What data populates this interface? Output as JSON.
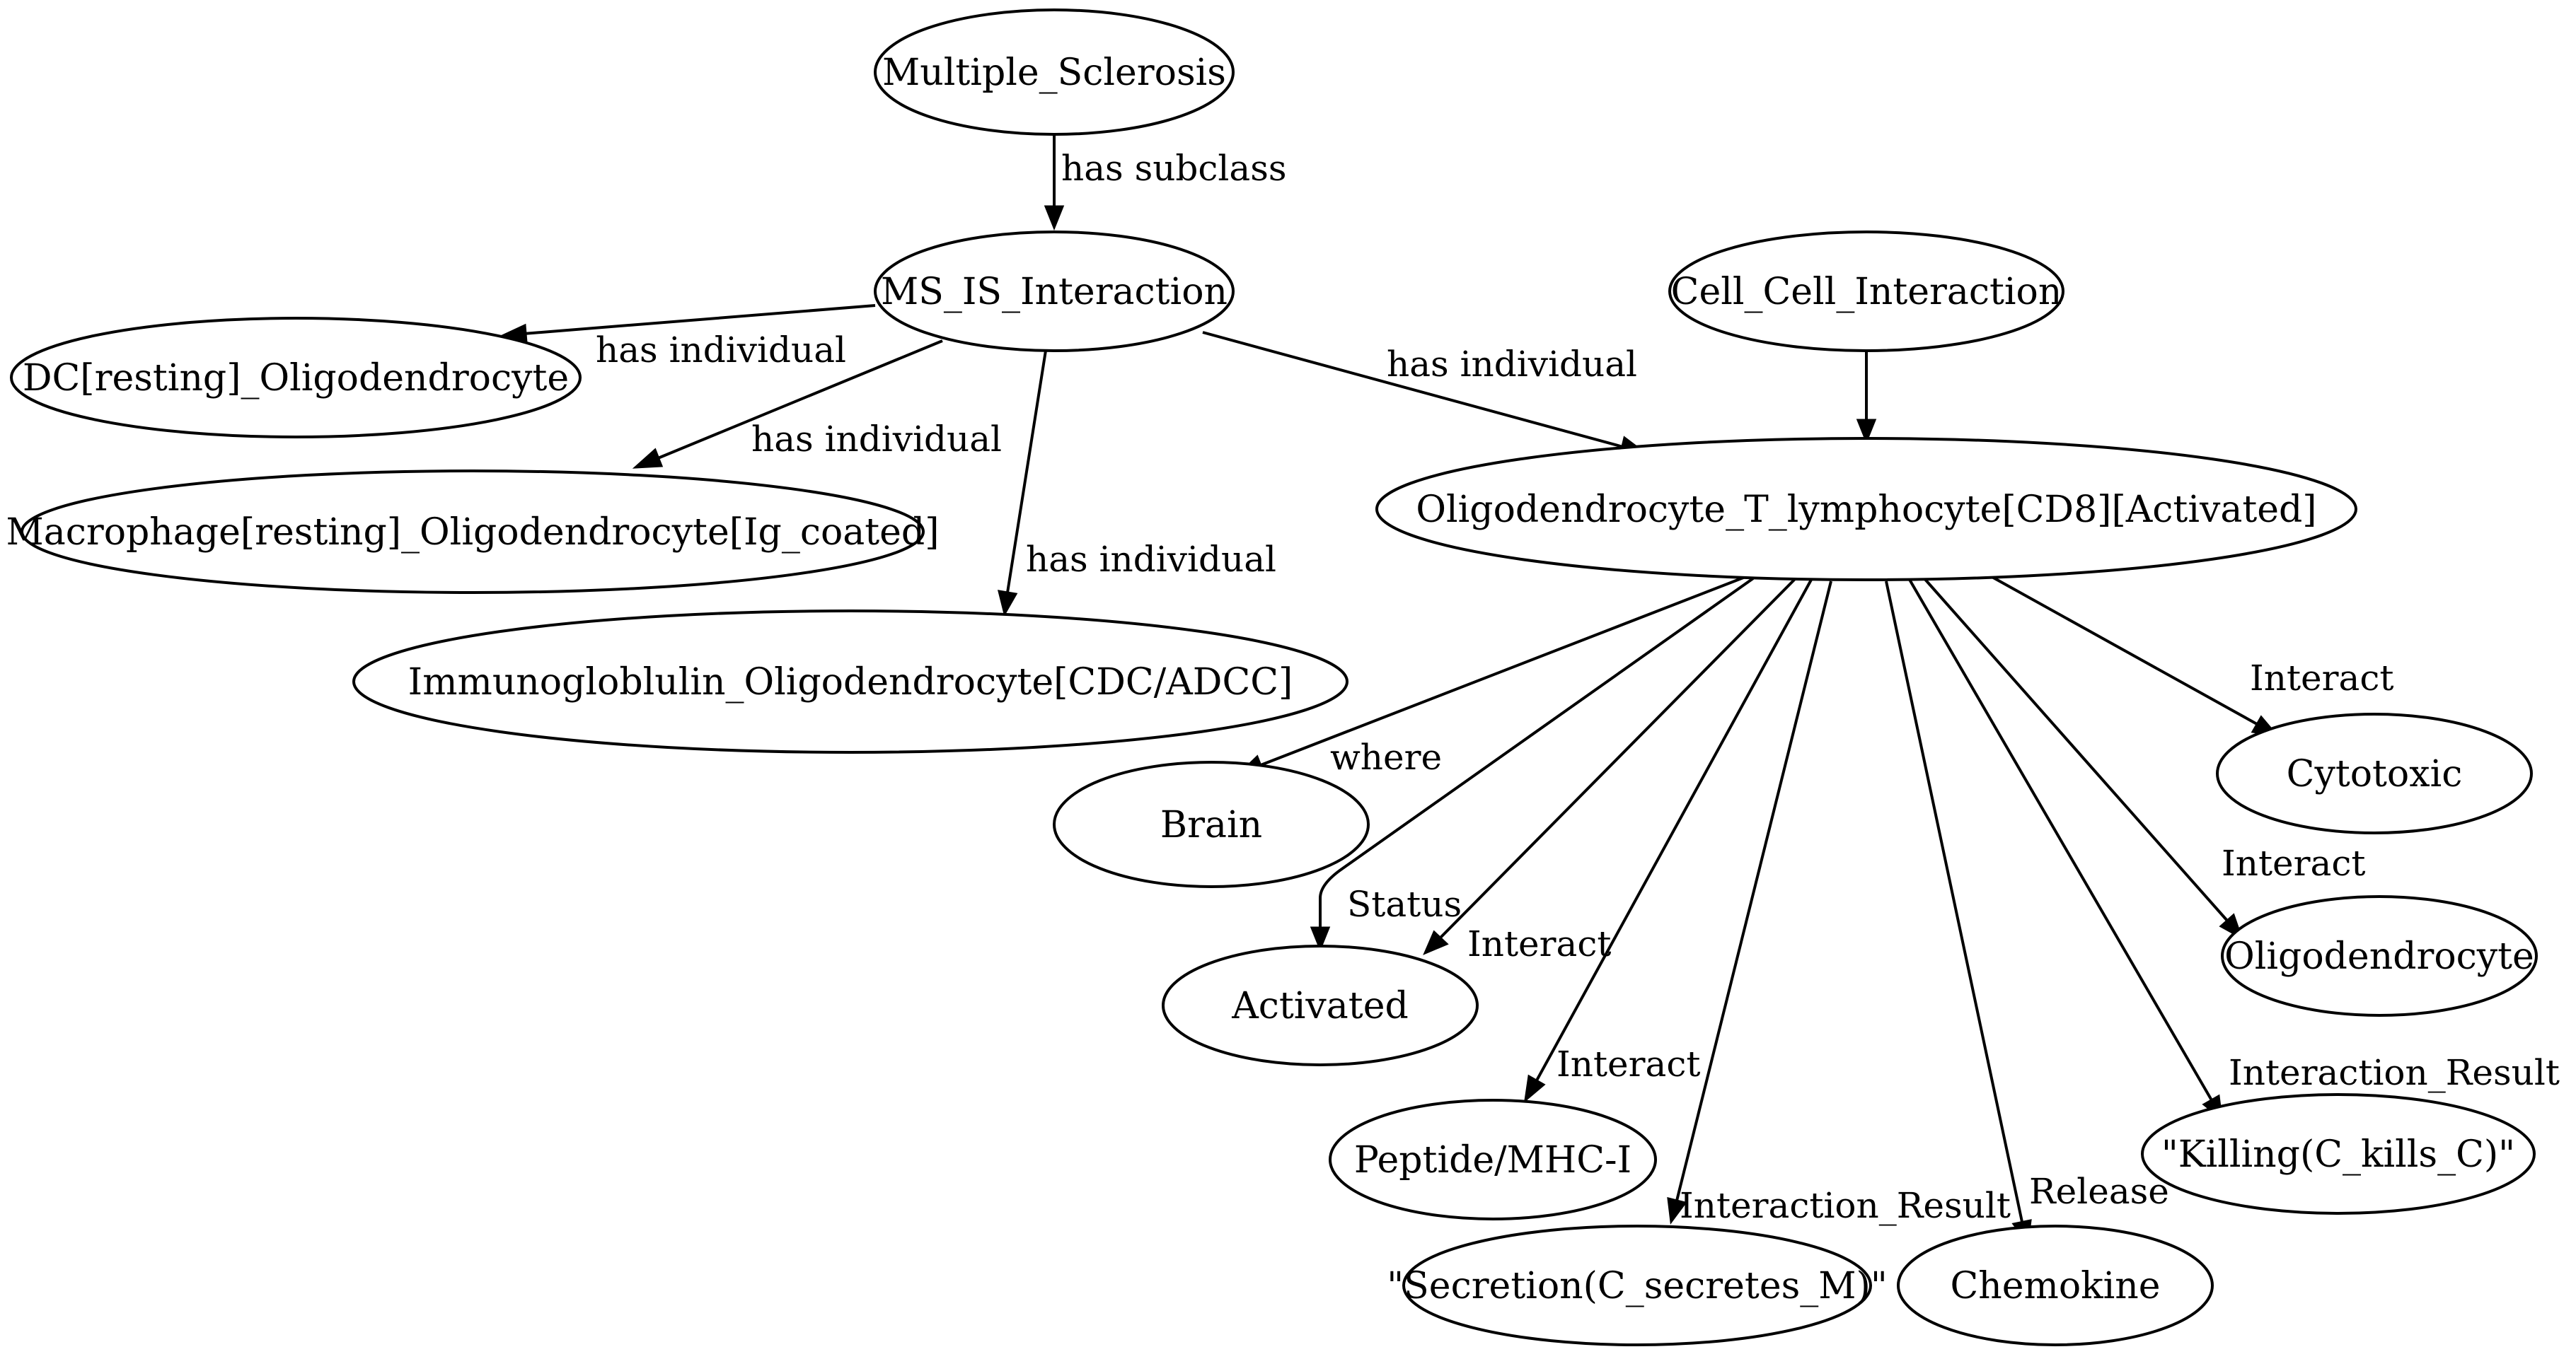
{
  "nodes": {
    "multiple_sclerosis": "Multiple_Sclerosis",
    "ms_is_interaction": "MS_IS_Interaction",
    "cell_cell_interaction": "Cell_Cell_Interaction",
    "dc_oligodendrocyte": "DC[resting]_Oligodendrocyte",
    "macrophage_oligodendrocyte": "Macrophage[resting]_Oligodendrocyte[Ig_coated]",
    "immunoglobulin_oligodendrocyte": "Immunogloblulin_Oligodendrocyte[CDC/ADCC]",
    "oligodendrocyte_t_lymphocyte": "Oligodendrocyte_T_lymphocyte[CD8][Activated]",
    "brain": "Brain",
    "activated": "Activated",
    "peptide_mhc": "Peptide/MHC-I",
    "secretion": "\"Secretion(C_secretes_M)\"",
    "chemokine": "Chemokine",
    "killing": "\"Killing(C_kills_C)\"",
    "oligodendrocyte": "Oligodendrocyte",
    "cytotoxic": "Cytotoxic"
  },
  "edges": {
    "ms_subclass": "has subclass",
    "dc_individual": "has individual",
    "macrophage_individual": "has individual",
    "immunoglobulin_individual": "has individual",
    "otl_individual": "has individual",
    "where": "where",
    "status": "Status",
    "interact_activated": "Interact",
    "interact_peptide": "Interact",
    "result_secretion": "Interaction_Result",
    "release": "Release",
    "result_killing": "Interaction_Result",
    "interact_oligodendrocyte": "Interact",
    "interact_cytotoxic": "Interact"
  }
}
